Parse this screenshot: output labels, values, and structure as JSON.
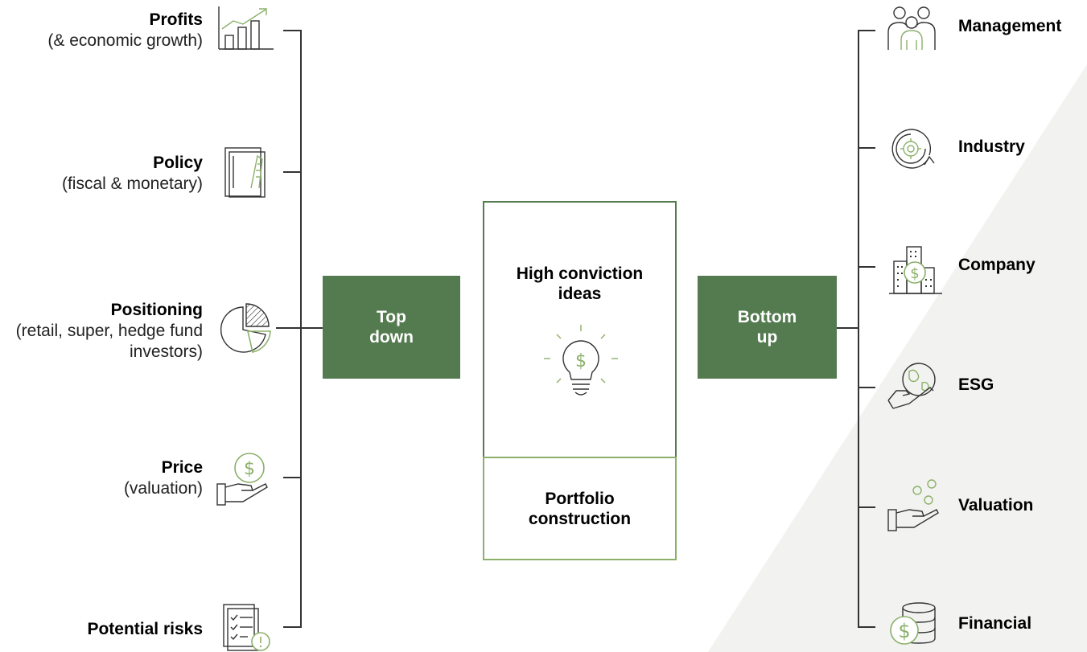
{
  "left_items": [
    {
      "title": "Profits",
      "subtitle": "(& economic growth)",
      "icon": "bar-chart-growth-icon"
    },
    {
      "title": "Policy",
      "subtitle": "(fiscal & monetary)",
      "icon": "document-icon"
    },
    {
      "title": "Positioning",
      "subtitle": "(retail, super, hedge fund investors)",
      "icon": "pie-chart-icon"
    },
    {
      "title": "Price",
      "subtitle": "(valuation)",
      "icon": "hand-dollar-coin-icon"
    },
    {
      "title": "Potential risks",
      "subtitle": "",
      "icon": "checklist-warning-icon"
    }
  ],
  "center": {
    "top_down": "Top down",
    "high_conviction": "High conviction ideas",
    "portfolio": "Portfolio construction",
    "bottom_up": "Bottom up"
  },
  "right_items": [
    {
      "title": "Management",
      "icon": "people-group-icon"
    },
    {
      "title": "Industry",
      "icon": "gear-cycle-icon"
    },
    {
      "title": "Company",
      "icon": "buildings-dollar-icon"
    },
    {
      "title": "ESG",
      "icon": "hand-globe-icon"
    },
    {
      "title": "Valuation",
      "icon": "hand-bubbles-icon"
    },
    {
      "title": "Financial",
      "icon": "coin-stack-dollar-icon"
    }
  ],
  "colors": {
    "accent_dark": "#547b4f",
    "accent_light": "#8bb06a",
    "background_shape": "#f2f3f0"
  }
}
